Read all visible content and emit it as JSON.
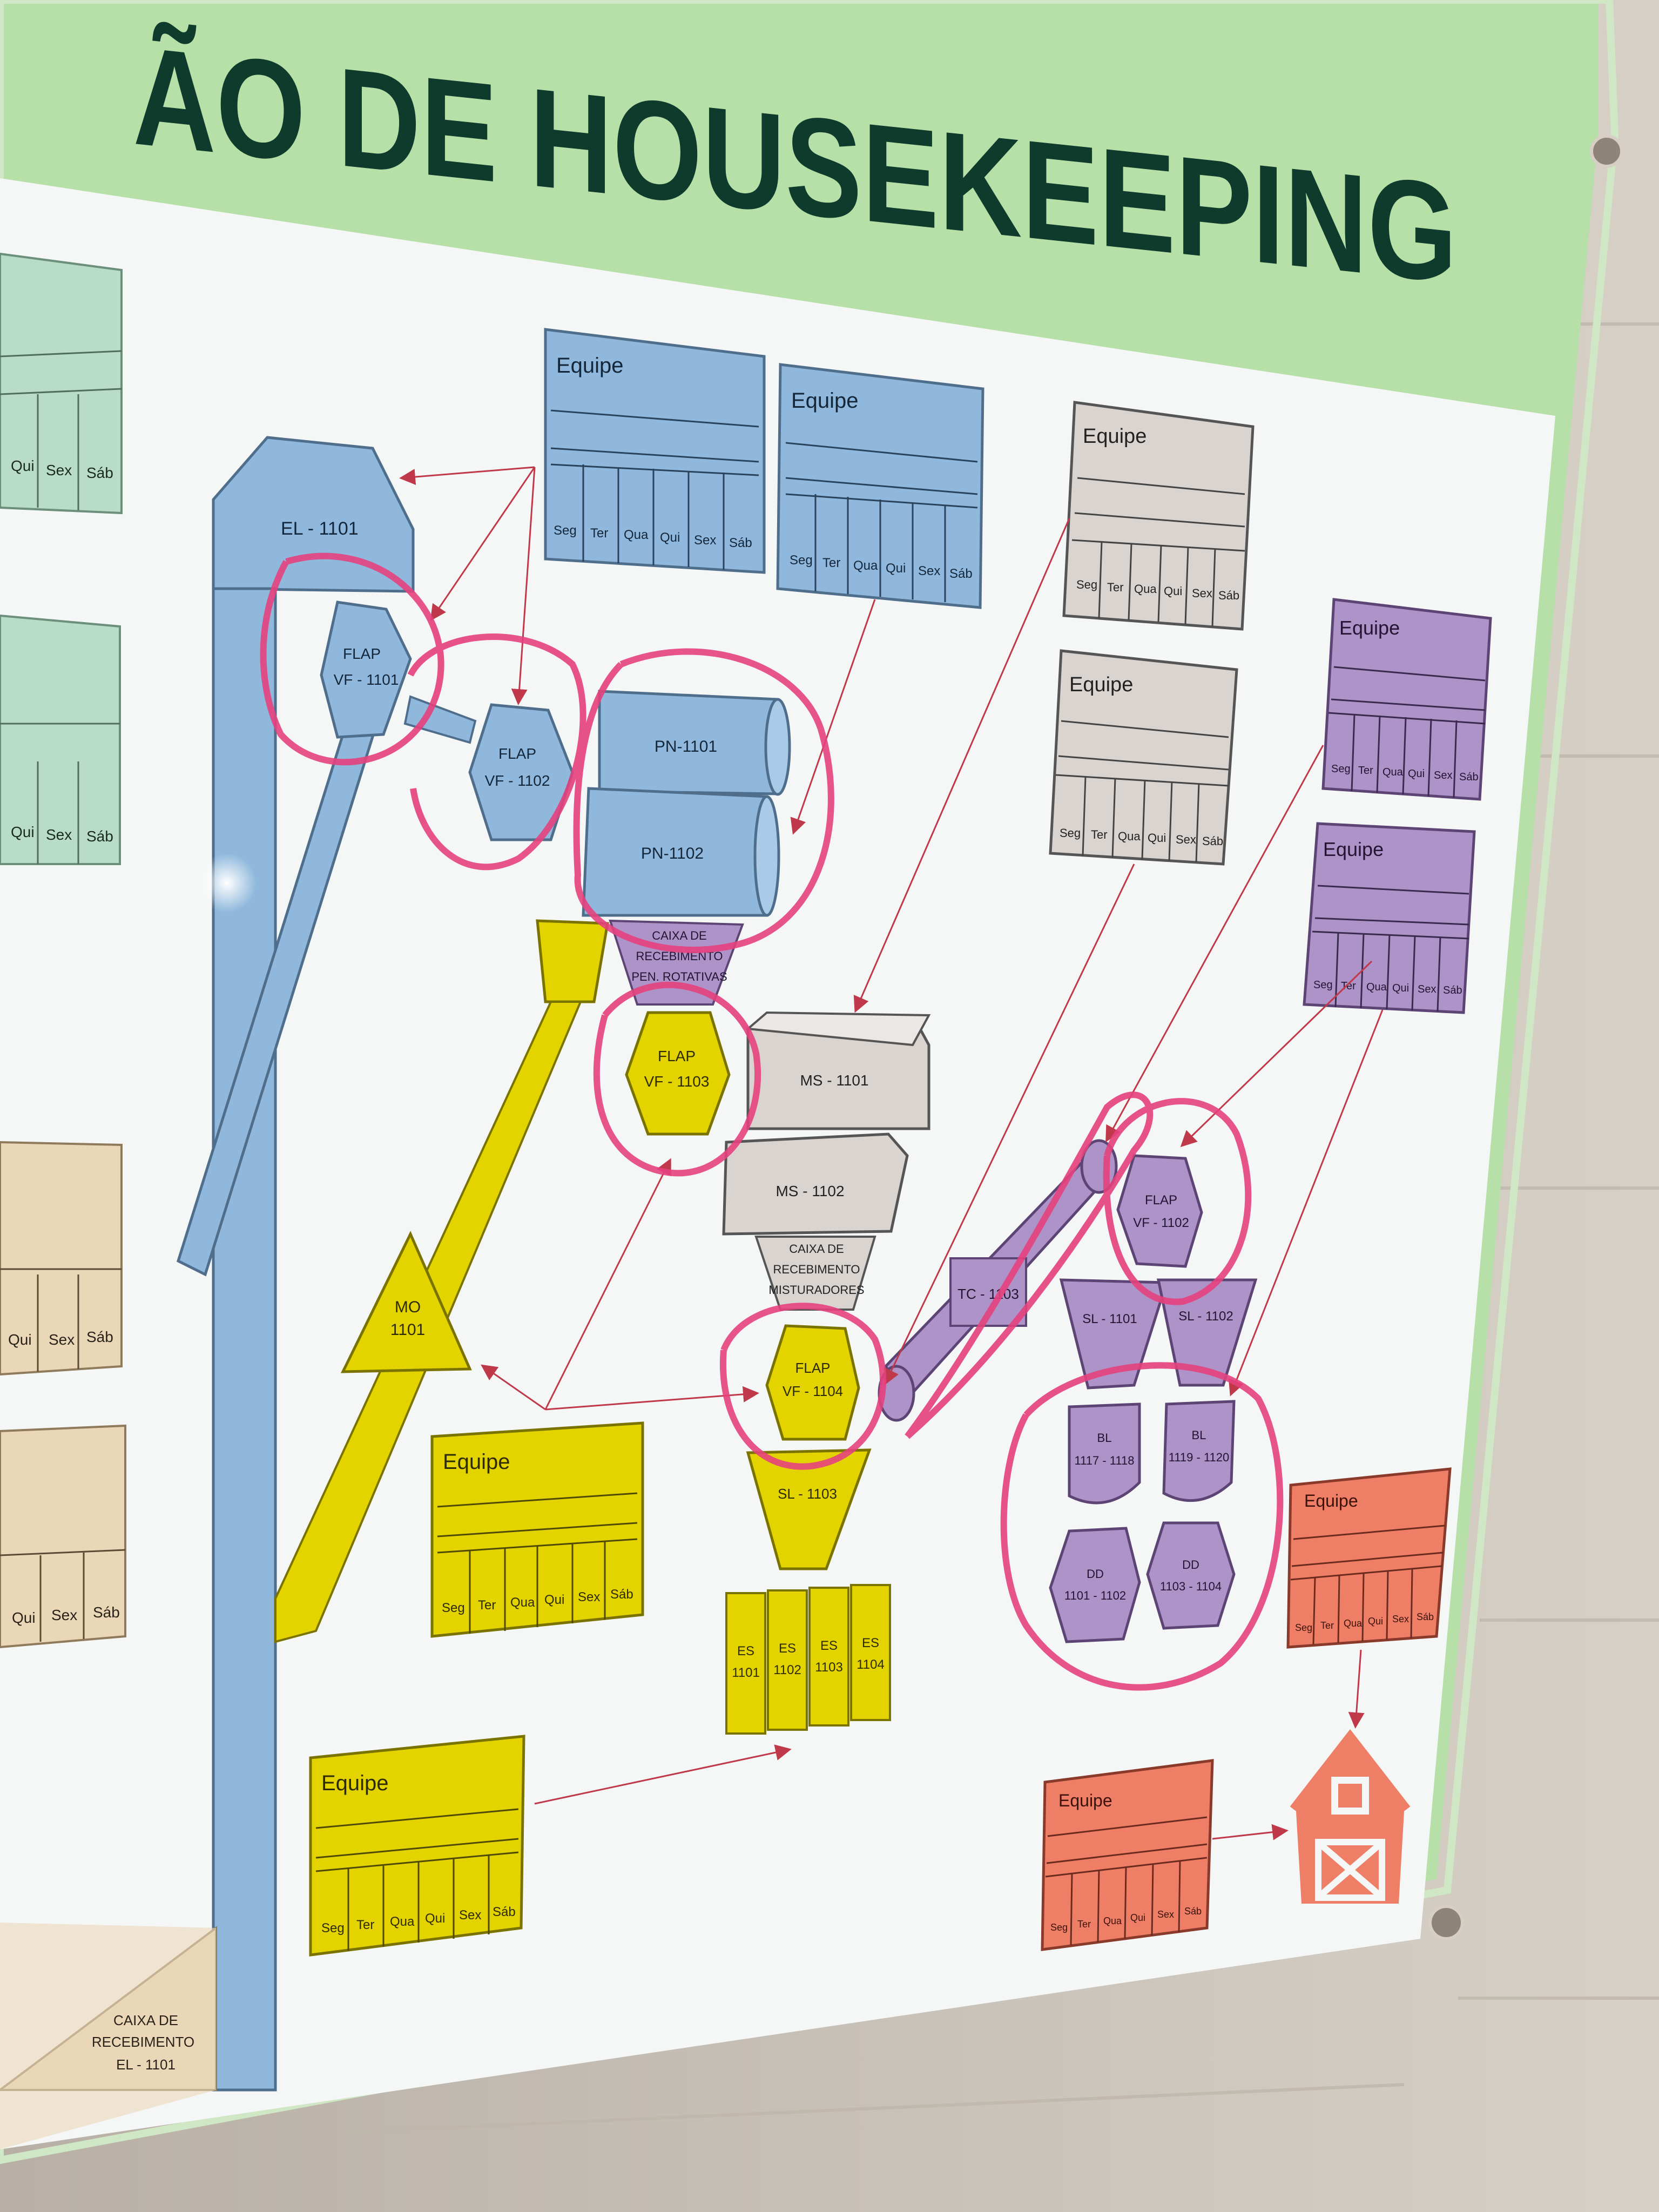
{
  "board": {
    "title": "ÃO DE HOUSEKEEPING",
    "colors": {
      "wall": "#c9c2b8",
      "frame": "#a8d89a",
      "board": "#f6f8f8",
      "blue": "#8fb8dc",
      "yellow": "#e3d400",
      "gray": "#d9d4d0",
      "purple": "#ad93c7",
      "salmon": "#ef7e66",
      "green_box": "#b9dcc8",
      "beige_box": "#ead7b8",
      "marker": "#e5417d",
      "title_text": "#0f3b2c"
    }
  },
  "days": [
    "Seg",
    "Ter",
    "Qua",
    "Qui",
    "Sex",
    "Sáb"
  ],
  "partial_days": [
    "Qui",
    "Sex",
    "Sáb"
  ],
  "team_label": "Equipe",
  "equipment": {
    "el1101": "EL - 1101",
    "vf1101": [
      "FLAP",
      "VF - 1101"
    ],
    "vf1102a": [
      "FLAP",
      "VF - 1102"
    ],
    "pn1101": "PN-1101",
    "pn1102": "PN-1102",
    "caixa_pen": [
      "CAIXA DE",
      "RECEBIMENTO",
      "PEN. ROTATIVAS"
    ],
    "vf1103": [
      "FLAP",
      "VF - 1103"
    ],
    "ms1101": "MS - 1101",
    "ms1102": "MS - 1102",
    "caixa_mist": [
      "CAIXA DE",
      "RECEBIMENTO",
      "MISTURADORES"
    ],
    "vf1104": [
      "FLAP",
      "VF - 1104"
    ],
    "sl1103": "SL - 1103",
    "es": [
      [
        "ES",
        "1101"
      ],
      [
        "ES",
        "1102"
      ],
      [
        "ES",
        "1103"
      ],
      [
        "ES",
        "1104"
      ]
    ],
    "mo1101": [
      "MO",
      "1101"
    ],
    "tc1103": "TC - 1103",
    "vf1102b": [
      "FLAP",
      "VF - 1102"
    ],
    "sl1101": "SL - 1101",
    "sl1102": "SL - 1102",
    "bl1117": [
      "BL",
      "1117 - 1118"
    ],
    "bl1119": [
      "BL",
      "1119 - 1120"
    ],
    "dd1101": [
      "DD",
      "1101 - 1102"
    ],
    "dd1103": [
      "DD",
      "1103 - 1104"
    ],
    "caixa_el": [
      "CAIXA DE",
      "RECEBIMENTO",
      "EL - 1101"
    ]
  },
  "barn_icon": "barn-icon"
}
